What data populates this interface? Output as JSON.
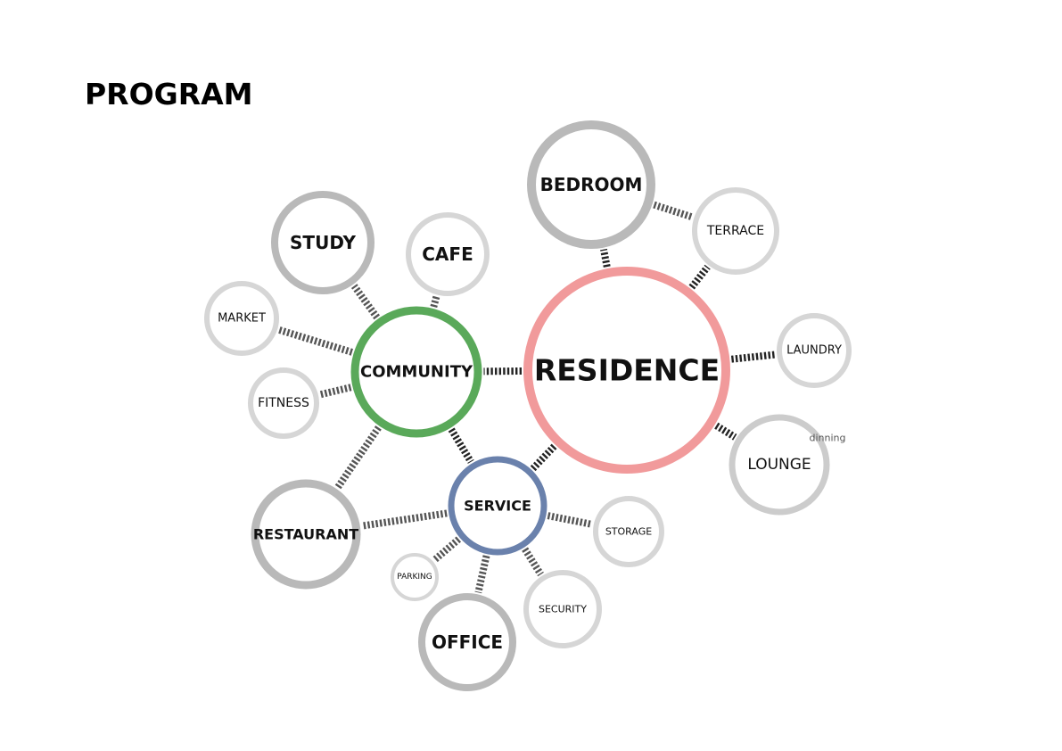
{
  "title": "PROGRAM",
  "nodes": [
    {
      "id": "residence",
      "label": "RESIDENCE",
      "color": "#f19a9b"
    },
    {
      "id": "community",
      "label": "COMMUNITY",
      "color": "#5aa95a"
    },
    {
      "id": "service",
      "label": "SERVICE",
      "color": "#6a81ac"
    },
    {
      "id": "bedroom",
      "label": "BEDROOM",
      "color": "#b9b9b9"
    },
    {
      "id": "terrace",
      "label": "TERRACE",
      "color": "#d6d6d6"
    },
    {
      "id": "laundry",
      "label": "LAUNDRY",
      "color": "#d6d6d6"
    },
    {
      "id": "lounge",
      "label": "LOUNGE",
      "color": "#cccccc",
      "note": "dinning"
    },
    {
      "id": "study",
      "label": "STUDY",
      "color": "#b9b9b9"
    },
    {
      "id": "cafe",
      "label": "CAFE",
      "color": "#d6d6d6"
    },
    {
      "id": "market",
      "label": "MARKET",
      "color": "#d6d6d6"
    },
    {
      "id": "fitness",
      "label": "FITNESS",
      "color": "#d6d6d6"
    },
    {
      "id": "restaurant",
      "label": "RESTAURANT",
      "color": "#b9b9b9"
    },
    {
      "id": "office",
      "label": "OFFICE",
      "color": "#b9b9b9"
    },
    {
      "id": "parking",
      "label": "PARKING",
      "color": "#d6d6d6"
    },
    {
      "id": "security",
      "label": "SECURITY",
      "color": "#d6d6d6"
    },
    {
      "id": "storage",
      "label": "STORAGE",
      "color": "#d6d6d6"
    }
  ],
  "links": [
    {
      "from": "residence",
      "to": "community"
    },
    {
      "from": "residence",
      "to": "service"
    },
    {
      "from": "community",
      "to": "service"
    },
    {
      "from": "residence",
      "to": "bedroom"
    },
    {
      "from": "residence",
      "to": "terrace"
    },
    {
      "from": "residence",
      "to": "laundry"
    },
    {
      "from": "residence",
      "to": "lounge"
    },
    {
      "from": "bedroom",
      "to": "terrace"
    },
    {
      "from": "community",
      "to": "study"
    },
    {
      "from": "community",
      "to": "cafe"
    },
    {
      "from": "community",
      "to": "market"
    },
    {
      "from": "community",
      "to": "fitness"
    },
    {
      "from": "community",
      "to": "restaurant"
    },
    {
      "from": "service",
      "to": "restaurant"
    },
    {
      "from": "service",
      "to": "office"
    },
    {
      "from": "service",
      "to": "parking"
    },
    {
      "from": "service",
      "to": "security"
    },
    {
      "from": "service",
      "to": "storage"
    }
  ]
}
